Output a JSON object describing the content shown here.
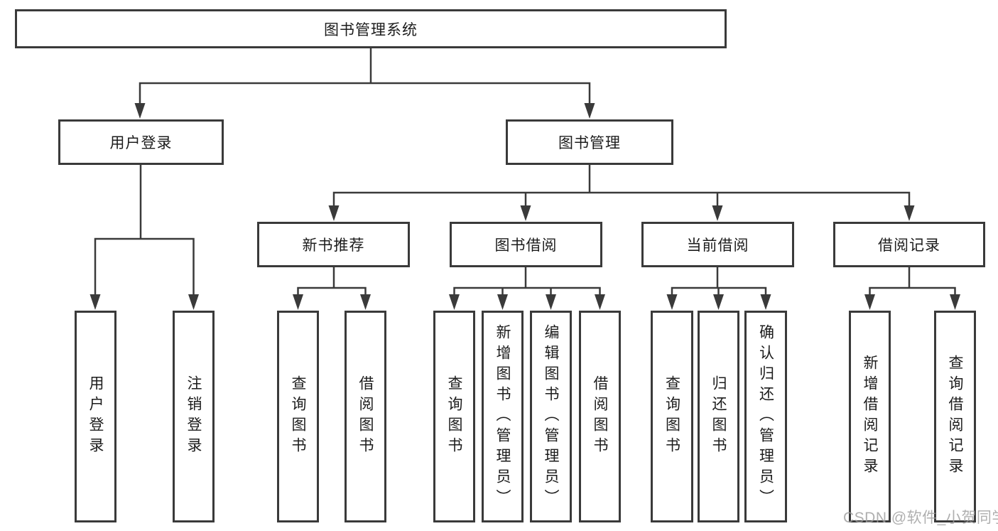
{
  "tree": {
    "root": {
      "label": "图书管理系统"
    },
    "branches": [
      {
        "label": "用户登录",
        "children": [
          {
            "label": "用户登录"
          },
          {
            "label": "注销登录"
          }
        ]
      },
      {
        "label": "图书管理",
        "children": [
          {
            "label": "新书推荐",
            "children": [
              {
                "label": "查询图书"
              },
              {
                "label": "借阅图书"
              }
            ]
          },
          {
            "label": "图书借阅",
            "children": [
              {
                "label": "查询图书"
              },
              {
                "label": "新增图书（管理员）"
              },
              {
                "label": "编辑图书（管理员）"
              },
              {
                "label": "借阅图书"
              }
            ]
          },
          {
            "label": "当前借阅",
            "children": [
              {
                "label": "查询图书"
              },
              {
                "label": "归还图书"
              },
              {
                "label": "确认归还（管理员）"
              }
            ]
          },
          {
            "label": "借阅记录",
            "children": [
              {
                "label": "新增借阅记录"
              },
              {
                "label": "查询借阅记录"
              }
            ]
          }
        ]
      }
    ]
  },
  "watermark": {
    "text": "CSDN @软件_小贺同学"
  },
  "colors": {
    "line": "#3a3a3a",
    "box_border": "#3a3a3a",
    "text": "#1c1c1c",
    "background": "#ffffff",
    "watermark": "#9e9e9e"
  }
}
